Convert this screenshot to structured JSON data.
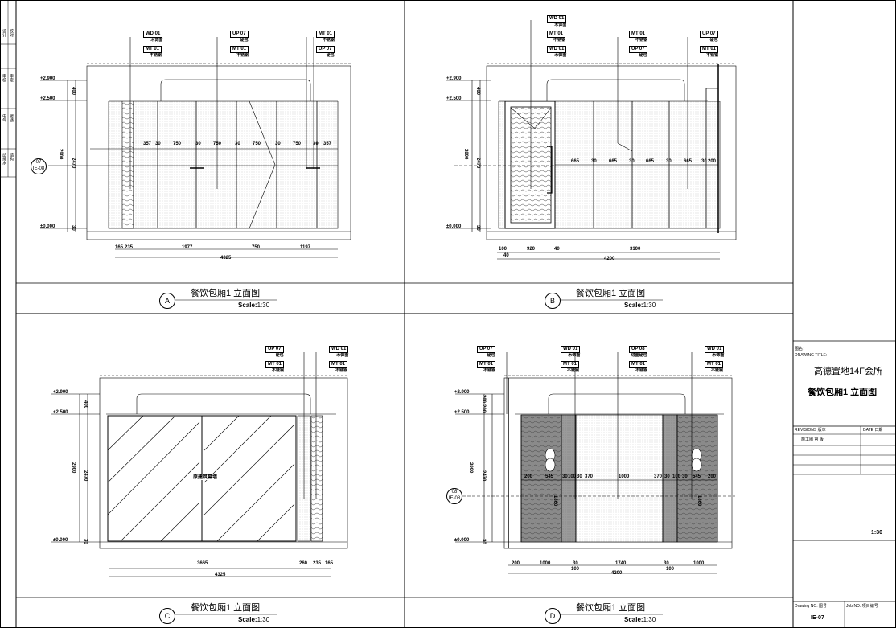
{
  "sheet": {
    "project": "高德置地14F会所",
    "drawing_title": "餐饮包厢1 立面图",
    "drawing_title_label": "图名：",
    "drawing_title_label_en": "DRAWING TITLE:",
    "revisions_label": "REVISIONS 版本",
    "date_label": "DATE 日期",
    "revision_value": "施工图 第 版",
    "scale_value": "1:30",
    "drawing_no_label": "Drawing NO. 图号",
    "job_no_label": "Job NO. 项目编号",
    "drawing_no": "IE-07",
    "left_strip": [
      "设计",
      "校对",
      "审核",
      "审定",
      "电气",
      "暖通",
      "给排水",
      "结构",
      "建筑"
    ]
  },
  "panels": [
    {
      "id": "A",
      "title": "餐饮包厢1 立面图",
      "scale_label": "Scale:",
      "scale": "1:30",
      "levels": [
        "+2.900",
        "+2.500",
        "±0.000"
      ],
      "height_dims": [
        "400",
        "2900",
        "2470",
        "30"
      ],
      "bottom_dims": [
        "165",
        "235",
        "1977",
        "750",
        "1197"
      ],
      "total_width": "4325",
      "inner_dims": [
        "357",
        "30",
        "750",
        "30",
        "750",
        "30",
        "750",
        "30",
        "750",
        "30",
        "357"
      ],
      "section_callout": {
        "num": "07",
        "ref": "IE-08"
      },
      "tags": [
        {
          "code": "WD 01",
          "sub": "木饰面"
        },
        {
          "code": "MT 01",
          "sub": "不锈钢"
        },
        {
          "code": "UP 07",
          "sub": "硬包"
        },
        {
          "code": "MT 01",
          "sub": "不锈钢"
        },
        {
          "code": "MT 01",
          "sub": "不锈钢"
        },
        {
          "code": "UP 07",
          "sub": "硬包"
        }
      ]
    },
    {
      "id": "B",
      "title": "餐饮包厢1 立面图",
      "scale_label": "Scale:",
      "scale": "1:30",
      "levels": [
        "+2.900",
        "+2.500",
        "±0.000"
      ],
      "height_dims": [
        "400",
        "2900",
        "2470",
        "30"
      ],
      "bottom_dims": [
        "100",
        "40",
        "920",
        "40",
        "3100"
      ],
      "total_width": "4200",
      "inner_dims": [
        "665",
        "30",
        "665",
        "30",
        "665",
        "30",
        "665",
        "30",
        "200"
      ],
      "tags": [
        {
          "code": "WD 01",
          "sub": "木饰面"
        },
        {
          "code": "MT 01",
          "sub": "不锈钢"
        },
        {
          "code": "WD 01",
          "sub": "木饰面"
        },
        {
          "code": "MT 01",
          "sub": "不锈钢"
        },
        {
          "code": "UP 07",
          "sub": "硬包"
        },
        {
          "code": "UP 07",
          "sub": "硬包"
        },
        {
          "code": "MT 01",
          "sub": "不锈钢"
        }
      ]
    },
    {
      "id": "C",
      "title": "餐饮包厢1 立面图",
      "scale_label": "Scale:",
      "scale": "1:30",
      "levels": [
        "+2.900",
        "+2.500",
        "±0.000"
      ],
      "height_dims": [
        "400",
        "2900",
        "2470",
        "30"
      ],
      "bottom_dims": [
        "3665",
        "260",
        "235",
        "165"
      ],
      "total_width": "4325",
      "glass_label": "原建筑幕墙",
      "tags": [
        {
          "code": "UP 07",
          "sub": "硬包"
        },
        {
          "code": "MT 01",
          "sub": "不锈钢"
        },
        {
          "code": "WD 01",
          "sub": "木饰面"
        },
        {
          "code": "MT 01",
          "sub": "不锈钢"
        }
      ]
    },
    {
      "id": "D",
      "title": "餐饮包厢1 立面图",
      "scale_label": "Scale:",
      "scale": "1:30",
      "levels": [
        "+2.900",
        "+2.500",
        "±0.000"
      ],
      "height_dims": [
        "200",
        "200",
        "2900",
        "2470",
        "30"
      ],
      "bottom_dims": [
        "200",
        "1000",
        "30",
        "1740",
        "30",
        "1000"
      ],
      "bottom_dims_under": [
        "100",
        "100"
      ],
      "total_width": "4200",
      "inner_dims": [
        "200",
        "545",
        "30",
        "100",
        "30",
        "370",
        "1000",
        "370",
        "30",
        "100",
        "30",
        "545",
        "200"
      ],
      "door_dims": [
        "1860",
        "1860"
      ],
      "section_callout": {
        "num": "08",
        "ref": "IE-08"
      },
      "tags": [
        {
          "code": "UP 07",
          "sub": "硬包"
        },
        {
          "code": "MT 01",
          "sub": "不锈钢"
        },
        {
          "code": "WD 01",
          "sub": "木饰面"
        },
        {
          "code": "MT 01",
          "sub": "不锈钢"
        },
        {
          "code": "UP 08",
          "sub": "绒面硬包"
        },
        {
          "code": "MT 01",
          "sub": "不锈钢"
        },
        {
          "code": "WD 01",
          "sub": "木饰面"
        },
        {
          "code": "MT 01",
          "sub": "不锈钢"
        }
      ]
    }
  ]
}
